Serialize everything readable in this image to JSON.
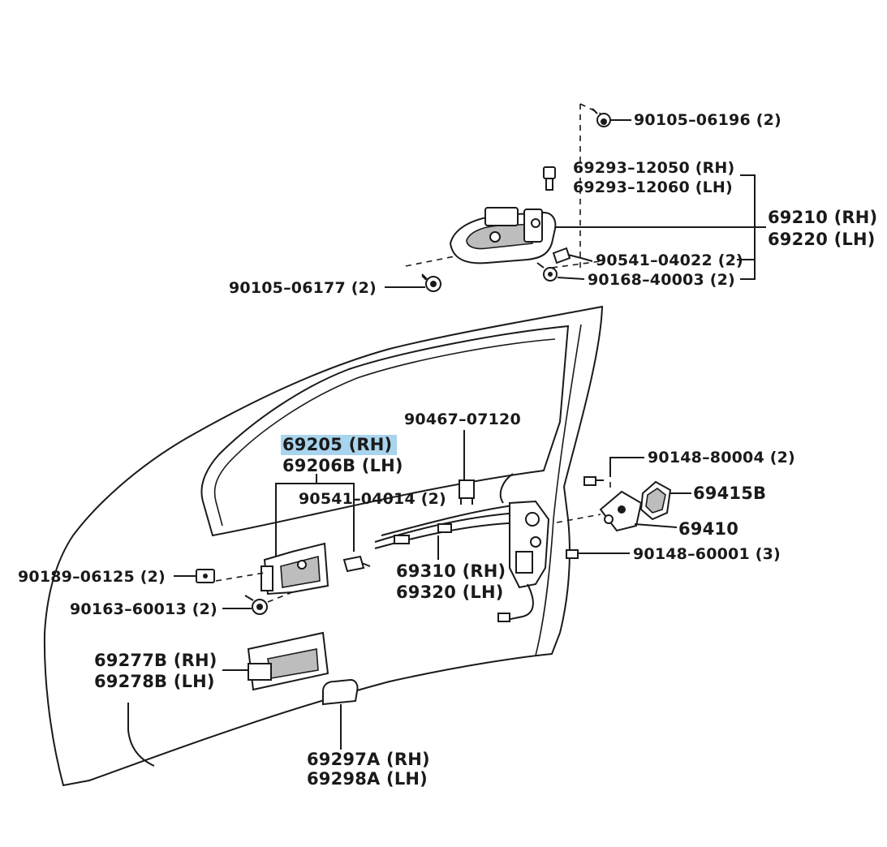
{
  "labels": {
    "l_90105_06196": "90105–06196 (2)",
    "l_69293_12050": "69293–12050 (RH)",
    "l_69293_12060": "69293–12060 (LH)",
    "l_69210": "69210 (RH)",
    "l_69220": "69220 (LH)",
    "l_90541_04022": "90541–04022 (2)",
    "l_90168_40003": "90168–40003 (2)",
    "l_90105_06177": "90105–06177 (2)",
    "l_90467_07120": "90467–07120",
    "l_69205": "69205  (RH)",
    "l_69206b": "69206B (LH)",
    "l_90541_04014": "90541–04014 (2)",
    "l_90148_80004": "90148–80004 (2)",
    "l_69415b": "69415B",
    "l_69410": "69410",
    "l_90148_60001": "90148–60001 (3)",
    "l_90189_06125": "90189–06125 (2)",
    "l_69310": "69310 (RH)",
    "l_69320": "69320 (LH)",
    "l_90163_60013": "90163–60013 (2)",
    "l_69277b": "69277B (RH)",
    "l_69278b": "69278B (LH)",
    "l_69297a": "69297A (RH)",
    "l_69298a": "69298A (LH)"
  },
  "colors": {
    "highlight": "#a9d4ee",
    "ink": "#1a1a1a",
    "background": "#ffffff"
  }
}
